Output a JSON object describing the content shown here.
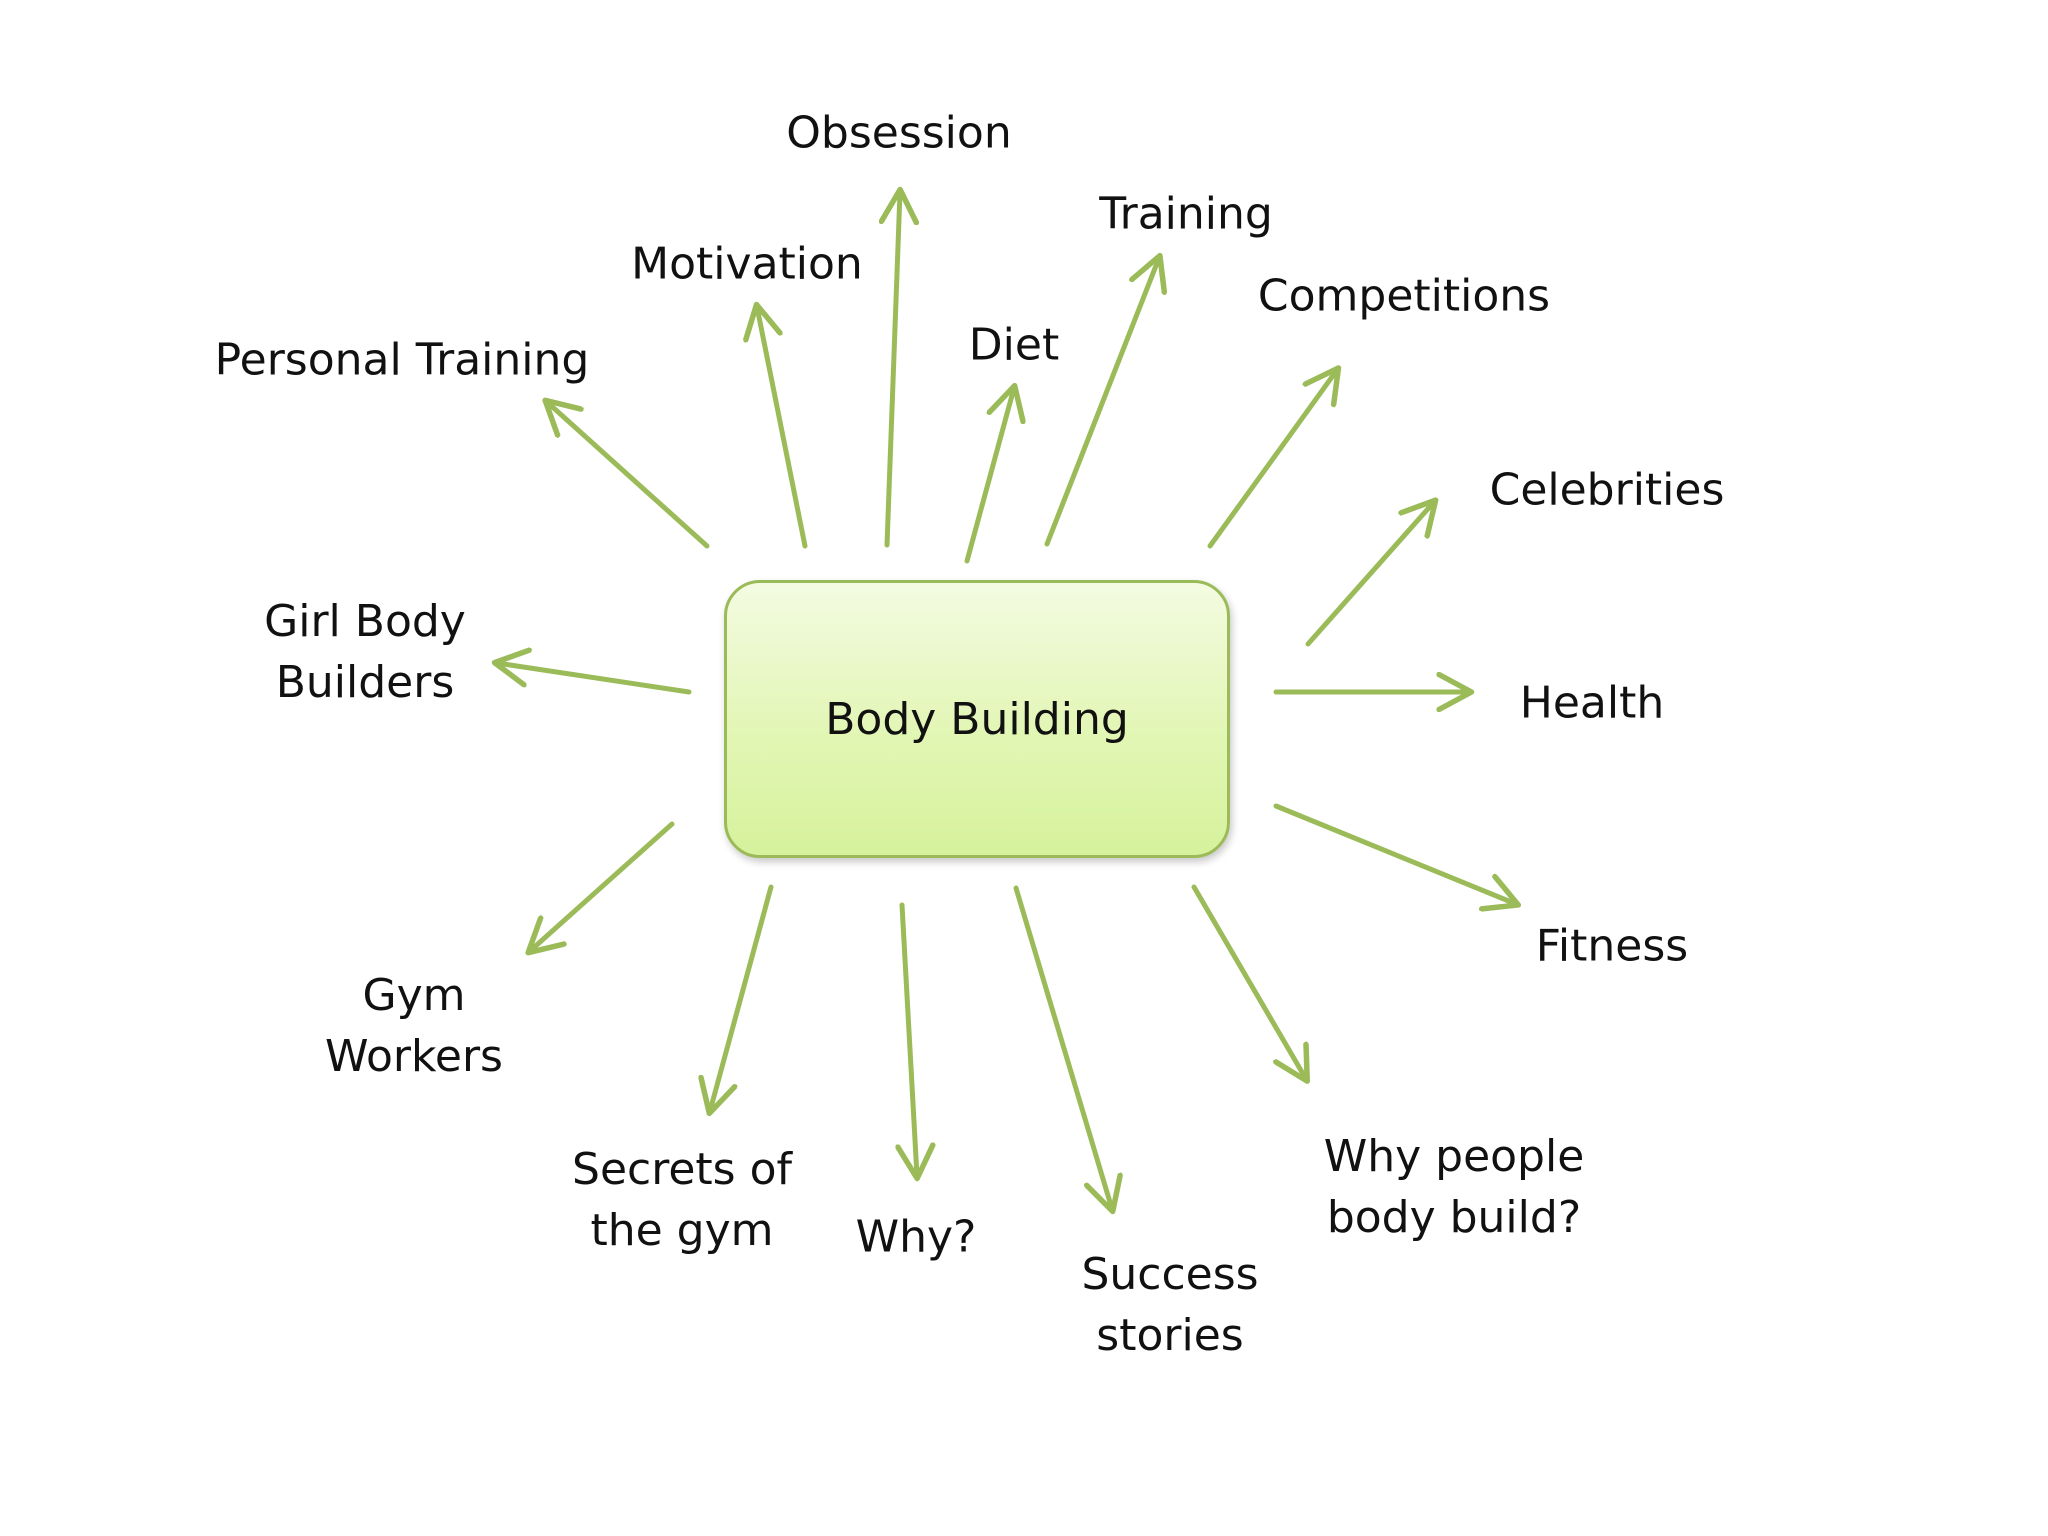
{
  "center": {
    "label": "Body Building"
  },
  "arrow_color": "#9bbb59",
  "nodes": [
    {
      "id": "obsession",
      "label": "Obsession"
    },
    {
      "id": "training",
      "label": "Training"
    },
    {
      "id": "motivation",
      "label": "Motivation"
    },
    {
      "id": "diet",
      "label": "Diet"
    },
    {
      "id": "competitions",
      "label": "Competitions"
    },
    {
      "id": "personal-training",
      "label": "Personal Training"
    },
    {
      "id": "celebrities",
      "label": "Celebrities"
    },
    {
      "id": "girl-body-builders",
      "label": "Girl Body\nBuilders"
    },
    {
      "id": "health",
      "label": "Health"
    },
    {
      "id": "fitness",
      "label": "Fitness"
    },
    {
      "id": "gym-workers",
      "label": "Gym\nWorkers"
    },
    {
      "id": "why-people-body-build",
      "label": "Why people\nbody build?"
    },
    {
      "id": "secrets-of-the-gym",
      "label": "Secrets of\nthe gym"
    },
    {
      "id": "why",
      "label": "Why?"
    },
    {
      "id": "success-stories",
      "label": "Success\nstories"
    }
  ]
}
